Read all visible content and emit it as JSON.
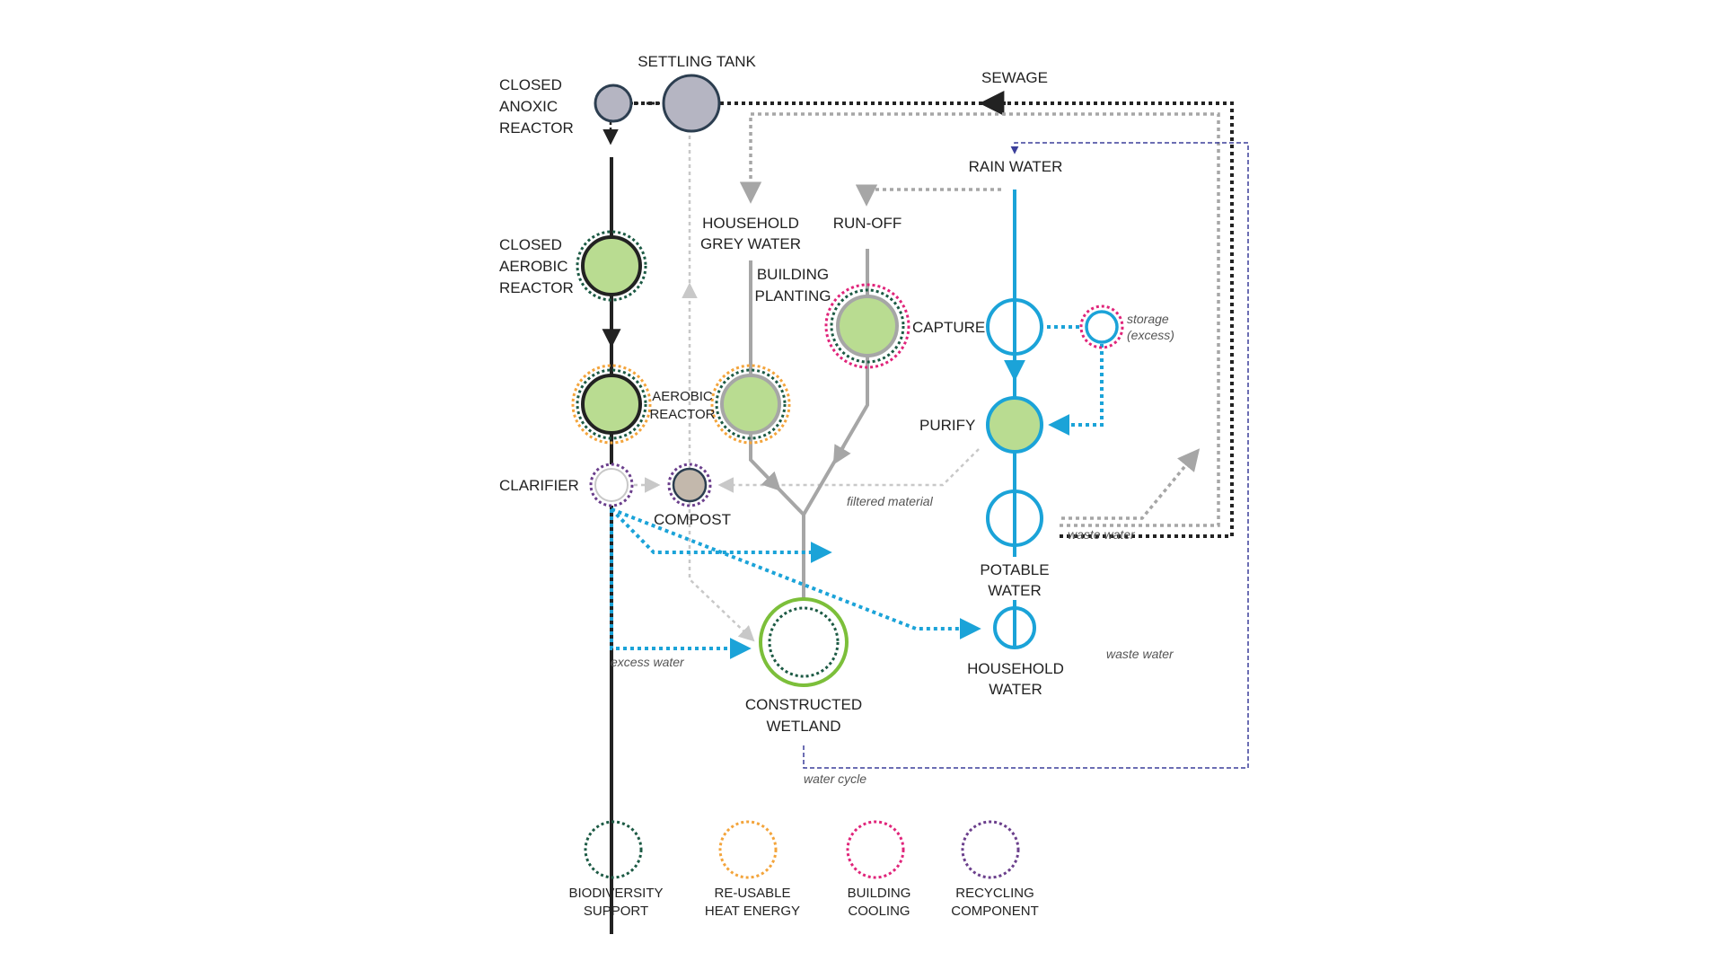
{
  "colors": {
    "blue": "#1ba3d8",
    "black": "#222222",
    "grey": "#a6a6a6",
    "light_grey": "#c8c8c8",
    "green_fill": "#b9dc91",
    "wetland_green": "#7cbf3a",
    "tank_fill": "#b5b5c2",
    "compost_fill": "#c3b8ac",
    "biodiversity": "#1c5a44",
    "heat": "#f3a43b",
    "cooling": "#e0247a",
    "recycling": "#6b3f8c",
    "water_cycle": "#3b3f9a"
  },
  "nodes": {
    "closed_anoxic_reactor": [
      "CLOSED",
      "ANOXIC",
      "REACTOR"
    ],
    "settling_tank": "SETTLING TANK",
    "sewage": "SEWAGE",
    "rain_water": "RAIN WATER",
    "household_grey_water": [
      "HOUSEHOLD",
      "GREY WATER"
    ],
    "run_off": "RUN-OFF",
    "building_planting": [
      "BUILDING",
      "PLANTING"
    ],
    "closed_aerobic_reactor": [
      "CLOSED",
      "AEROBIC",
      "REACTOR"
    ],
    "capture": "CAPTURE",
    "storage": [
      "storage",
      "(excess)"
    ],
    "aerobic_reactor": [
      "AEROBIC",
      "REACTOR"
    ],
    "purify": "PURIFY",
    "clarifier": "CLARIFIER",
    "compost": "COMPOST",
    "potable_water": [
      "POTABLE",
      "WATER"
    ],
    "household_water": [
      "HOUSEHOLD",
      "WATER"
    ],
    "constructed_wetland": [
      "CONSTRUCTED",
      "WETLAND"
    ]
  },
  "annotations": {
    "filtered_material": "filtered material",
    "waste_water_1": "waste water",
    "waste_water_2": "waste water",
    "excess_water": "excess water",
    "water_cycle": "water cycle"
  },
  "legend": [
    {
      "key": "biodiversity",
      "label": [
        "BIODIVERSITY",
        "SUPPORT"
      ],
      "icon": "dotted-ring-dark-green"
    },
    {
      "key": "heat",
      "label": [
        "RE-USABLE",
        "HEAT ENERGY"
      ],
      "icon": "dotted-ring-orange"
    },
    {
      "key": "cooling",
      "label": [
        "BUILDING",
        "COOLING"
      ],
      "icon": "dotted-ring-magenta"
    },
    {
      "key": "recycling",
      "label": [
        "RECYCLING",
        "COMPONENT"
      ],
      "icon": "dotted-ring-purple"
    }
  ]
}
